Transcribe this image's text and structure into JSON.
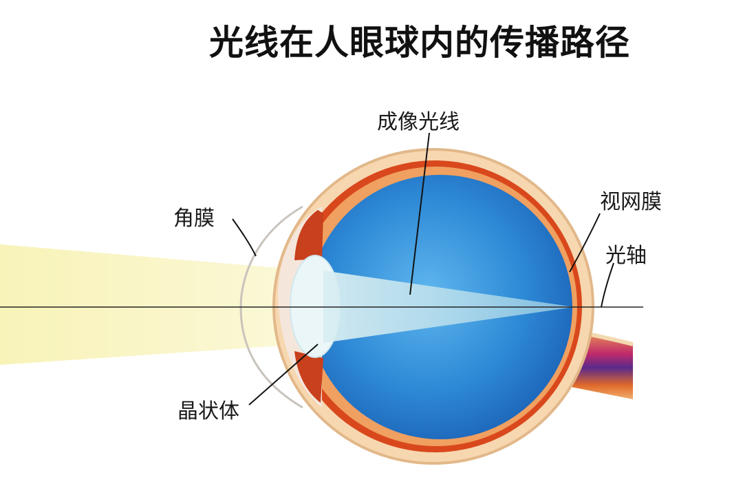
{
  "title": "光线在人眼球内的传播路径",
  "labels": {
    "imaging_ray": "成像光线",
    "cornea": "角膜",
    "retina": "视网膜",
    "optic_axis": "光轴",
    "lens": "晶状体"
  },
  "colors": {
    "incoming_light": "#f7f2b0",
    "vitreous": "#2d8fd8",
    "retina": "#d84a1a",
    "sclera": "#f2c08a",
    "lens": "#eaf6f8",
    "optic_nerve": "#c0306a",
    "axis_line": "#222222"
  }
}
